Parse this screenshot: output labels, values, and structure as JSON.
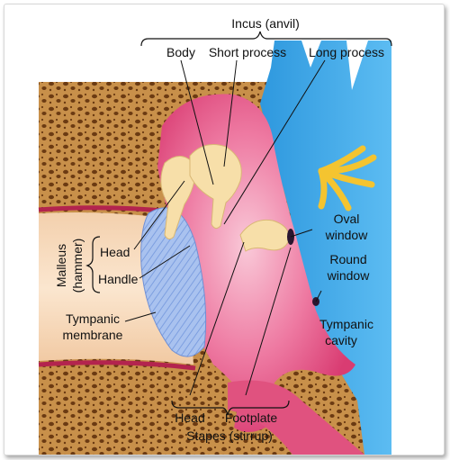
{
  "labels": {
    "incus": "Incus (anvil)",
    "body": "Body",
    "short_process": "Short process",
    "long_process": "Long process",
    "oval_window_1": "Oval",
    "oval_window_2": "window",
    "round_window_1": "Round",
    "round_window_2": "window",
    "malleus_1": "Malleus",
    "malleus_2": "(hammer)",
    "head": "Head",
    "handle": "Handle",
    "tympanic_membrane_1": "Tympanic",
    "tympanic_membrane_2": "membrane",
    "tympanic_cavity_1": "Tympanic",
    "tympanic_cavity_2": "cavity",
    "stapes_head": "Head",
    "footplate": "Footplate",
    "stapes": "Stapes (stirrup)"
  },
  "colors": {
    "bone": "#c8904a",
    "bone_pores": "#6b3a12",
    "cavity_pink": "#e34b7e",
    "cavity_light": "#f5b8cc",
    "canal_beige": "#f6d9b9",
    "membrane_blue": "#8fb0e8",
    "inner_ear_blue": "#3aa6e8",
    "nerve_yellow": "#f4c430",
    "ossicle_cream": "#f7dfa9"
  }
}
